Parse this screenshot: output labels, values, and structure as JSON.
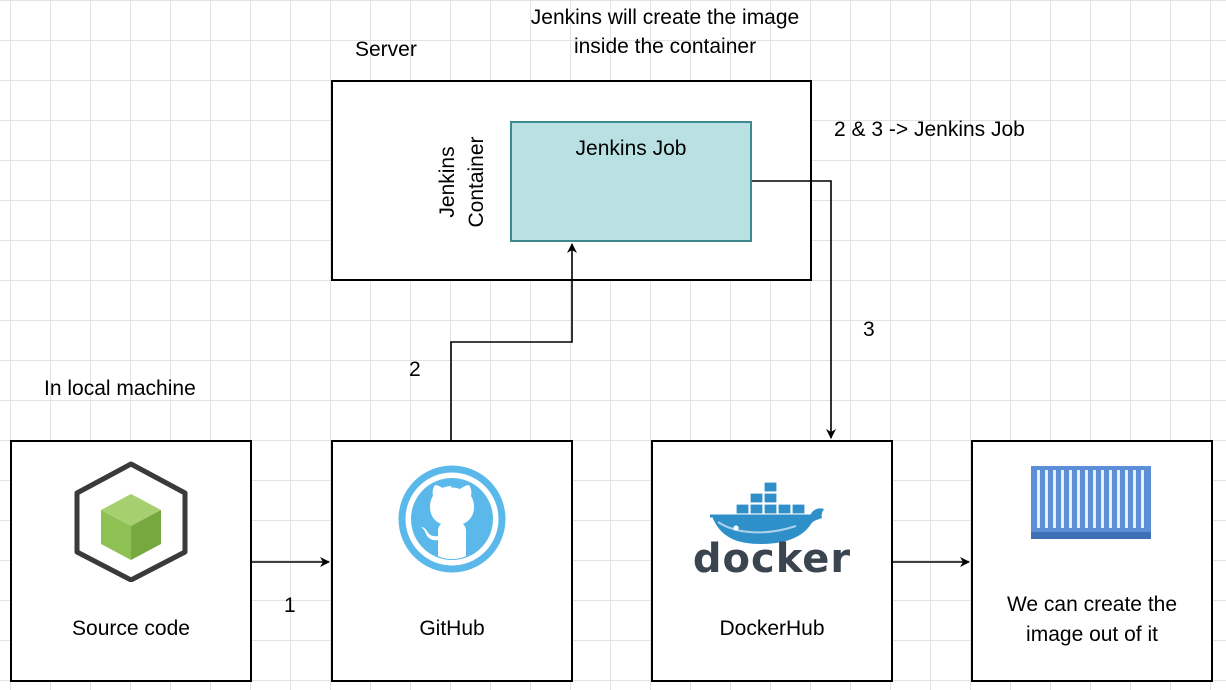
{
  "annotations": {
    "top_note_line1": "Jenkins will create the image",
    "top_note_line2": "inside the container",
    "server": "Server",
    "jenkins_job_note": "2 & 3 -> Jenkins Job",
    "local_machine": "In local machine"
  },
  "server_box": {
    "container_label_line1": "Jenkins",
    "container_label_line2": "Container",
    "job_label": "Jenkins Job",
    "job_fill": "#b9e0e2",
    "job_border": "#3f8a8e"
  },
  "nodes": {
    "source_code": {
      "label": "Source code",
      "icon": "package-cube-icon"
    },
    "github": {
      "label": "GitHub",
      "icon": "github-icon"
    },
    "dockerhub": {
      "label": "DockerHub",
      "icon": "docker-icon",
      "logo_text": "docker"
    },
    "image": {
      "label_line1": "We can create the",
      "label_line2": "image out of it",
      "icon": "container-icon"
    }
  },
  "edges": {
    "step1": "1",
    "step2": "2",
    "step3": "3"
  },
  "colors": {
    "github_blue": "#5bb8ea",
    "docker_blue": "#2e8fc9",
    "docker_dark": "#3a4550",
    "cube_green": "#8dc154",
    "container_blue": "#5d8fd6"
  }
}
